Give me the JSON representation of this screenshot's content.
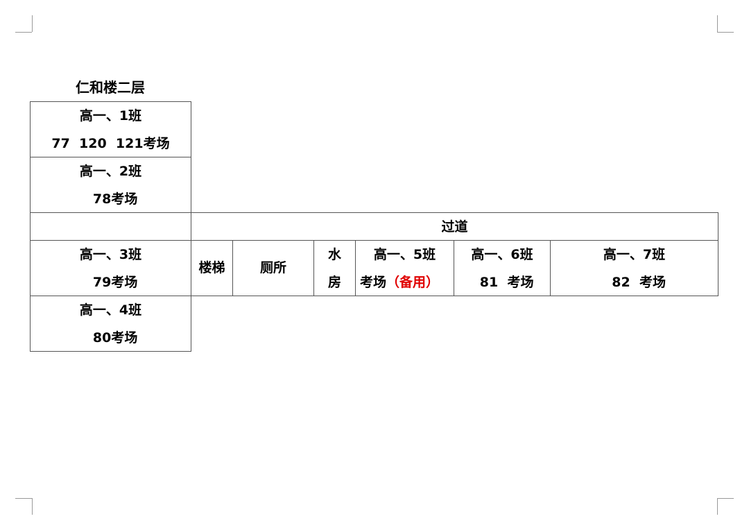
{
  "title": "仁和楼二层",
  "rooms": {
    "c1": {
      "name": "高一、1班",
      "exam": "77  120  121考场"
    },
    "c2": {
      "name": "高一、2班",
      "exam": "  78考场"
    },
    "c3": {
      "name": "高一、3班",
      "exam": "  79考场"
    },
    "c4": {
      "name": "高一、4班",
      "exam": "  80考场"
    },
    "c5": {
      "name": "高一、5班",
      "exam": "考场",
      "note": "（备用）"
    },
    "c6": {
      "name": "高一、6班",
      "exam": "  81  考场"
    },
    "c7": {
      "name": "高一、7班",
      "exam": "  82  考场"
    }
  },
  "corridor": "过道",
  "stairs": "楼梯",
  "toilet": "厕所",
  "water1": "水",
  "water2": "房",
  "colors": {
    "note": "#e00000"
  }
}
